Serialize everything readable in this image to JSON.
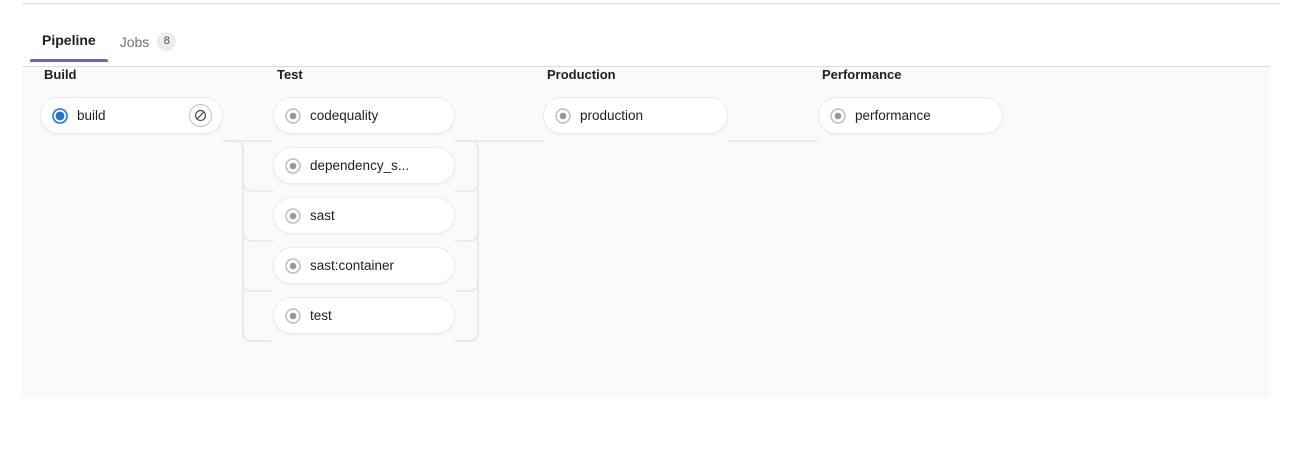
{
  "tabs": [
    {
      "label": "Pipeline",
      "active": true,
      "badge": null
    },
    {
      "label": "Jobs",
      "active": false,
      "badge": "8"
    }
  ],
  "colors": {
    "accent": "#6666c4",
    "running": "#1f75cb",
    "created": "#989899",
    "canvas": "#fafafa",
    "border": "#ececef",
    "text": "#1f1e24",
    "muted": "#737278"
  },
  "pipeline": {
    "stages": [
      {
        "name": "Build",
        "jobs": [
          {
            "name": "build",
            "status": "running",
            "status_icon": "status-running-icon",
            "action": {
              "icon": "cancel-icon",
              "label": "Cancel"
            }
          }
        ]
      },
      {
        "name": "Test",
        "jobs": [
          {
            "name": "codequality",
            "status": "created",
            "status_icon": "status-created-icon",
            "action": null
          },
          {
            "name": "dependency_s...",
            "status": "created",
            "status_icon": "status-created-icon",
            "action": null
          },
          {
            "name": "sast",
            "status": "created",
            "status_icon": "status-created-icon",
            "action": null
          },
          {
            "name": "sast:container",
            "status": "created",
            "status_icon": "status-created-icon",
            "action": null
          },
          {
            "name": "test",
            "status": "created",
            "status_icon": "status-created-icon",
            "action": null
          }
        ]
      },
      {
        "name": "Production",
        "jobs": [
          {
            "name": "production",
            "status": "created",
            "status_icon": "status-created-icon",
            "action": null
          }
        ]
      },
      {
        "name": "Performance",
        "jobs": [
          {
            "name": "performance",
            "status": "created",
            "status_icon": "status-created-icon",
            "action": null
          }
        ]
      }
    ]
  }
}
